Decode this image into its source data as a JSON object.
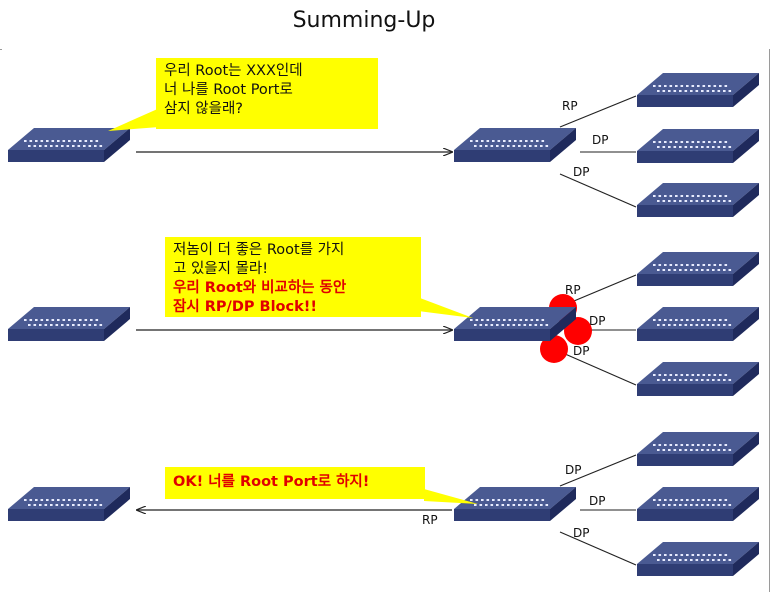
{
  "title": "Summing-Up",
  "port_labels": {
    "rp": "RP",
    "dp": "DP"
  },
  "scene1": {
    "callout": [
      "우리 Root는 XXX인데",
      "너 나를 Root Port로",
      "삼지 않을래?"
    ]
  },
  "scene2": {
    "callout_normal": [
      "저놈이 더 좋은 Root를 가지",
      "고 있을지 몰라!"
    ],
    "callout_bold": [
      "우리 Root와 비교하는 동안",
      "잠시 RP/DP Block!!"
    ]
  },
  "scene3": {
    "callout": "OK! 너를 Root Port로 하지!"
  },
  "colors": {
    "switch_top": "#4a5a92",
    "switch_front": "#2f3d74",
    "switch_side": "#1f2a5c",
    "callout_bg": "#ffff00",
    "block_dot": "#ff0000",
    "emphasis_text": "#e00000"
  }
}
